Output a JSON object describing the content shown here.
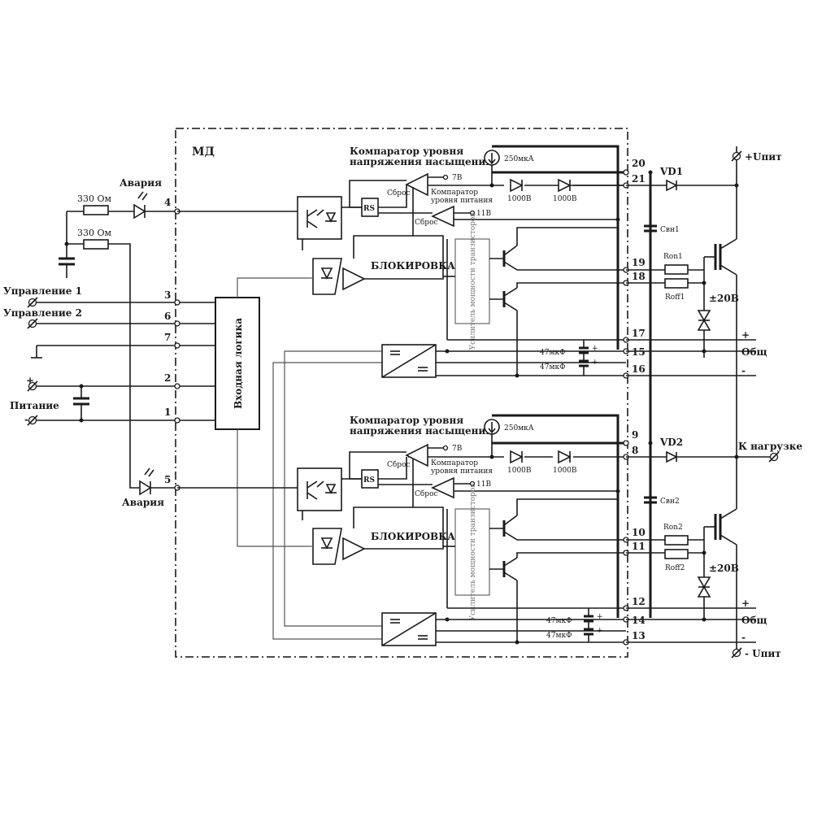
{
  "module_label": "МД",
  "left": {
    "alarm_top": "Авария",
    "resistor1": "330 Ом",
    "resistor2": "330 Ом",
    "control1": "Управление 1",
    "control2": "Управление 2",
    "plus": "+",
    "power": "Питание",
    "minus": "-",
    "alarm_bottom": "Авария"
  },
  "input_block": "Входная логика",
  "pins_left": [
    "4",
    "3",
    "6",
    "7",
    "2",
    "1",
    "5"
  ],
  "channels": [
    {
      "comparator_title_1": "Компаратор уровня",
      "comparator_title_2": "напряжения насыщения",
      "current_source": "250мкА",
      "v7": "7В",
      "reset1": "Сброс",
      "comparator2_1": "Компаратор",
      "comparator2_2": "уровня питания",
      "v11": "11В",
      "reset2": "Сброс",
      "diode1": "1000В",
      "diode2": "1000В",
      "rs": "RS",
      "blocking": "БЛОКИРОВКА",
      "driver_text": "Усилитель мощности транзисторов",
      "cap1": "47мкФ",
      "cap2": "47мкФ",
      "pins": [
        "20",
        "21",
        "19",
        "18",
        "17",
        "15",
        "16"
      ],
      "vd": "VD1",
      "cexternal": "Свн1",
      "ron": "Ron1",
      "roff": "Roff1",
      "zener": "±20В",
      "plus": "+",
      "common": "Общ",
      "minus": "-"
    },
    {
      "comparator_title_1": "Компаратор уровня",
      "comparator_title_2": "напряжения насыщения",
      "current_source": "250мкА",
      "v7": "7В",
      "reset1": "Сброс",
      "comparator2_1": "Компаратор",
      "comparator2_2": "уровня питания",
      "v11": "11В",
      "reset2": "Сброс",
      "diode1": "1000В",
      "diode2": "1000В",
      "rs": "RS",
      "blocking": "БЛОКИРОВКА",
      "driver_text": "Усилитель мощности транзисторов",
      "cap1": "47мкФ",
      "cap2": "47мкФ",
      "pins": [
        "9",
        "8",
        "10",
        "11",
        "12",
        "14",
        "13"
      ],
      "vd": "VD2",
      "cexternal": "Свн2",
      "ron": "Ron2",
      "roff": "Roff2",
      "zener": "±20В",
      "plus": "+",
      "common": "Общ",
      "minus": "-"
    }
  ],
  "right": {
    "upit_plus": "+Uпит",
    "to_load": "К нагрузке",
    "upit_minus": "- Uпит"
  }
}
